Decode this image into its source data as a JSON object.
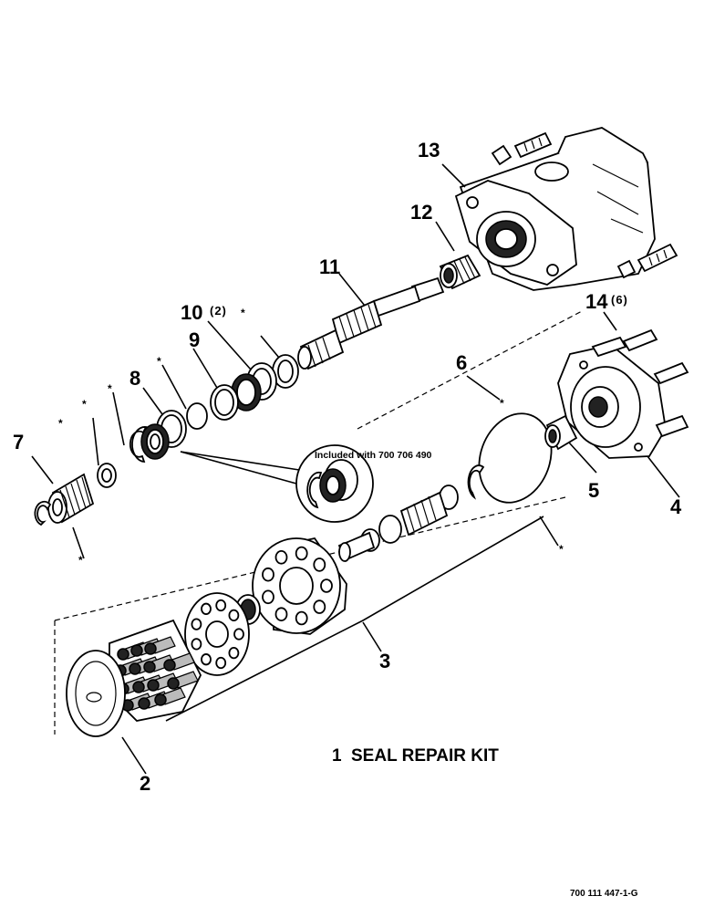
{
  "callouts": {
    "c2": "2",
    "c3": "3",
    "c4": "4",
    "c5": "5",
    "c6": "6",
    "c7": "7",
    "c8": "8",
    "c9": "9",
    "c10": "10",
    "c10_qty": "(2)",
    "c11": "11",
    "c12": "12",
    "c13": "13",
    "c14": "14",
    "c14_qty": "(6)"
  },
  "kit_number": "1",
  "kit_label": "SEAL REPAIR KIT",
  "included_note": "Included with 700 706 490",
  "seal_kit_marker": "*",
  "drawing_ref": "700 111 447-1-G"
}
